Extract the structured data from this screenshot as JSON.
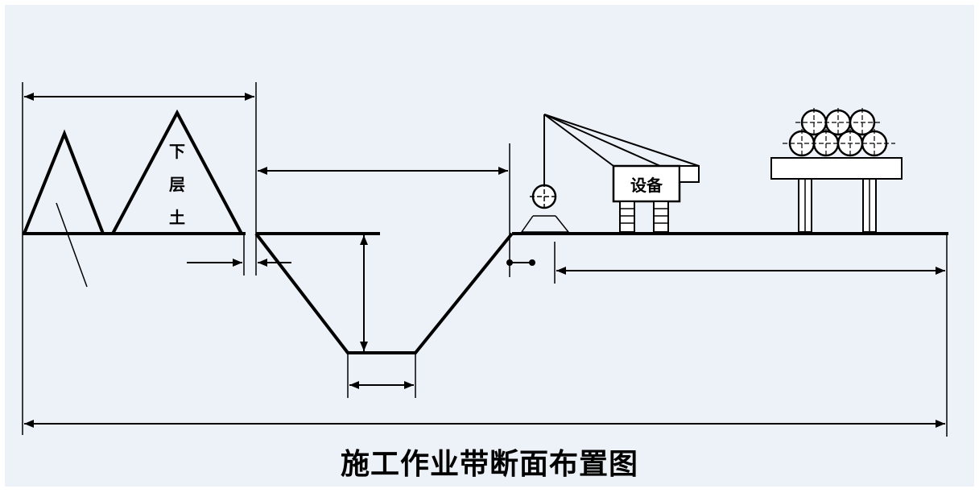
{
  "diagram": {
    "title": "施工作业带断面布置图",
    "spoil_label": [
      "下",
      "层",
      "土"
    ],
    "equipment_label": "设备"
  }
}
